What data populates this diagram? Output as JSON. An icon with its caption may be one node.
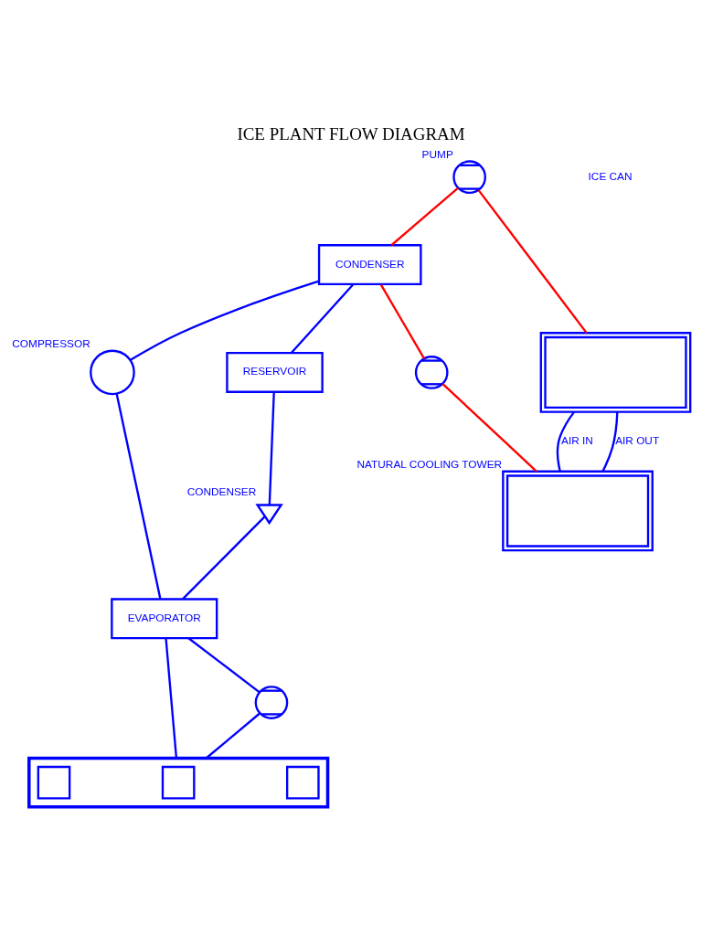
{
  "diagram": {
    "title": "ICE PLANT FLOW DIAGRAM",
    "nodes": [
      {
        "text": [],
        "shape": "pump",
        "beside": [
          "PUMP"
        ]
      },
      {
        "text": [
          "CONDENSER"
        ]
      },
      {
        "text": [],
        "shape": "circle",
        "beside": [
          "COMPRESSOR"
        ]
      },
      {
        "text": [
          "RESERVOIR"
        ]
      },
      {
        "text": [],
        "shape": "valve",
        "beside": [
          "CONDENSER"
        ]
      },
      {
        "text": [
          "EVAPORATOR"
        ]
      },
      {
        "text": [],
        "shape": "tank"
      },
      {
        "text": [],
        "shape": "tank",
        "beside": [
          "NATURAL COOLING TOWER"
        ]
      },
      {
        "text": [],
        "shape": "pump"
      },
      {
        "text": [],
        "shape": "tank"
      },
      {
        "text": [],
        "shape": "box",
        "in": 9
      },
      {
        "text": [],
        "shape": "box",
        "in": 9
      },
      {
        "text": [],
        "shape": "box",
        "in": 9
      },
      {
        "text": [],
        "shape": "pump"
      }
    ],
    "edges": [
      {
        "from": 0,
        "to": 1,
        "arrow": "none",
        "color": "#ff0000"
      },
      {
        "from": 0,
        "to": 6,
        "arrow": "none",
        "color": "#ff0000"
      },
      {
        "from": 1,
        "to": 8,
        "arrow": "none",
        "color": "#ff0000"
      },
      {
        "from": 8,
        "to": 7,
        "arrow": "none",
        "color": "#ff0000"
      },
      {
        "from": 1,
        "to": 2,
        "arrow": "none"
      },
      {
        "from": 1,
        "to": 3,
        "arrow": "none"
      },
      {
        "from": 3,
        "to": 4,
        "arrow": "none"
      },
      {
        "from": 4,
        "to": 5,
        "arrow": "none"
      },
      {
        "from": 2,
        "to": 5,
        "arrow": "none"
      },
      {
        "from": 5,
        "to": 9,
        "arrow": "none"
      },
      {
        "from": 5,
        "to": 13,
        "arrow": "none"
      },
      {
        "from": 13,
        "to": 9,
        "arrow": "none"
      },
      {
        "from": 6,
        "to": 7,
        "arrow": "none",
        "label": "AIR IN"
      },
      {
        "from": 6,
        "to": 7,
        "arrow": "none",
        "label": "AIR OUT"
      }
    ],
    "labels": [
      "ICE CAN"
    ]
  }
}
